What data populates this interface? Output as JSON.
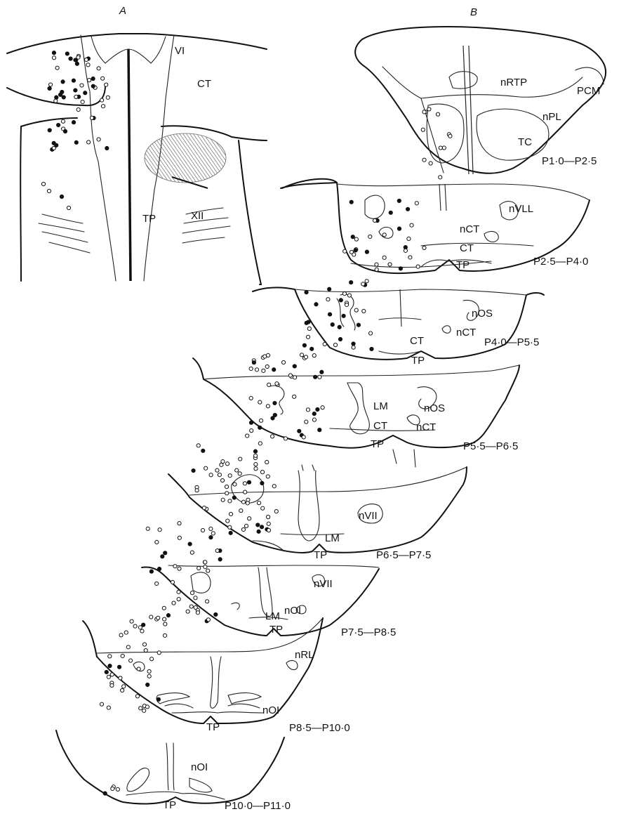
{
  "panels": {
    "a_label": "A",
    "b_label": "B"
  },
  "panel_a": {
    "labels": {
      "vi": "VI",
      "ct": "CT",
      "tp": "TP",
      "xii": "XII"
    }
  },
  "sections": [
    {
      "id": "s1",
      "stage": "P1·0—P2·5",
      "labels": [
        "nRTP",
        "PCM",
        "nPL",
        "TC"
      ]
    },
    {
      "id": "s2",
      "stage": "P2·5—P4·0",
      "labels": [
        "nVLL",
        "nCT",
        "CT",
        "TP"
      ]
    },
    {
      "id": "s3",
      "stage": "P4·0—P5·5",
      "labels": [
        "nOS",
        "nCT",
        "CT",
        "TP"
      ]
    },
    {
      "id": "s4",
      "stage": "P5·5—P6·5",
      "labels": [
        "LM",
        "nOS",
        "CT",
        "nCT",
        "TP"
      ]
    },
    {
      "id": "s5",
      "stage": "P6·5—P7·5",
      "labels": [
        "nVII",
        "LM",
        "TP"
      ]
    },
    {
      "id": "s6",
      "stage": "P7·5—P8·5",
      "labels": [
        "nVII",
        "LM",
        "nOI",
        "TP"
      ]
    },
    {
      "id": "s7",
      "stage": "P8·5—P10·0",
      "labels": [
        "nRL",
        "nOI",
        "TP"
      ]
    },
    {
      "id": "s8",
      "stage": "P10·0—P11·0",
      "labels": [
        "nOI",
        "TP"
      ]
    }
  ],
  "colors": {
    "ink": "#111111",
    "hatch": "#555555",
    "background": "#ffffff"
  }
}
